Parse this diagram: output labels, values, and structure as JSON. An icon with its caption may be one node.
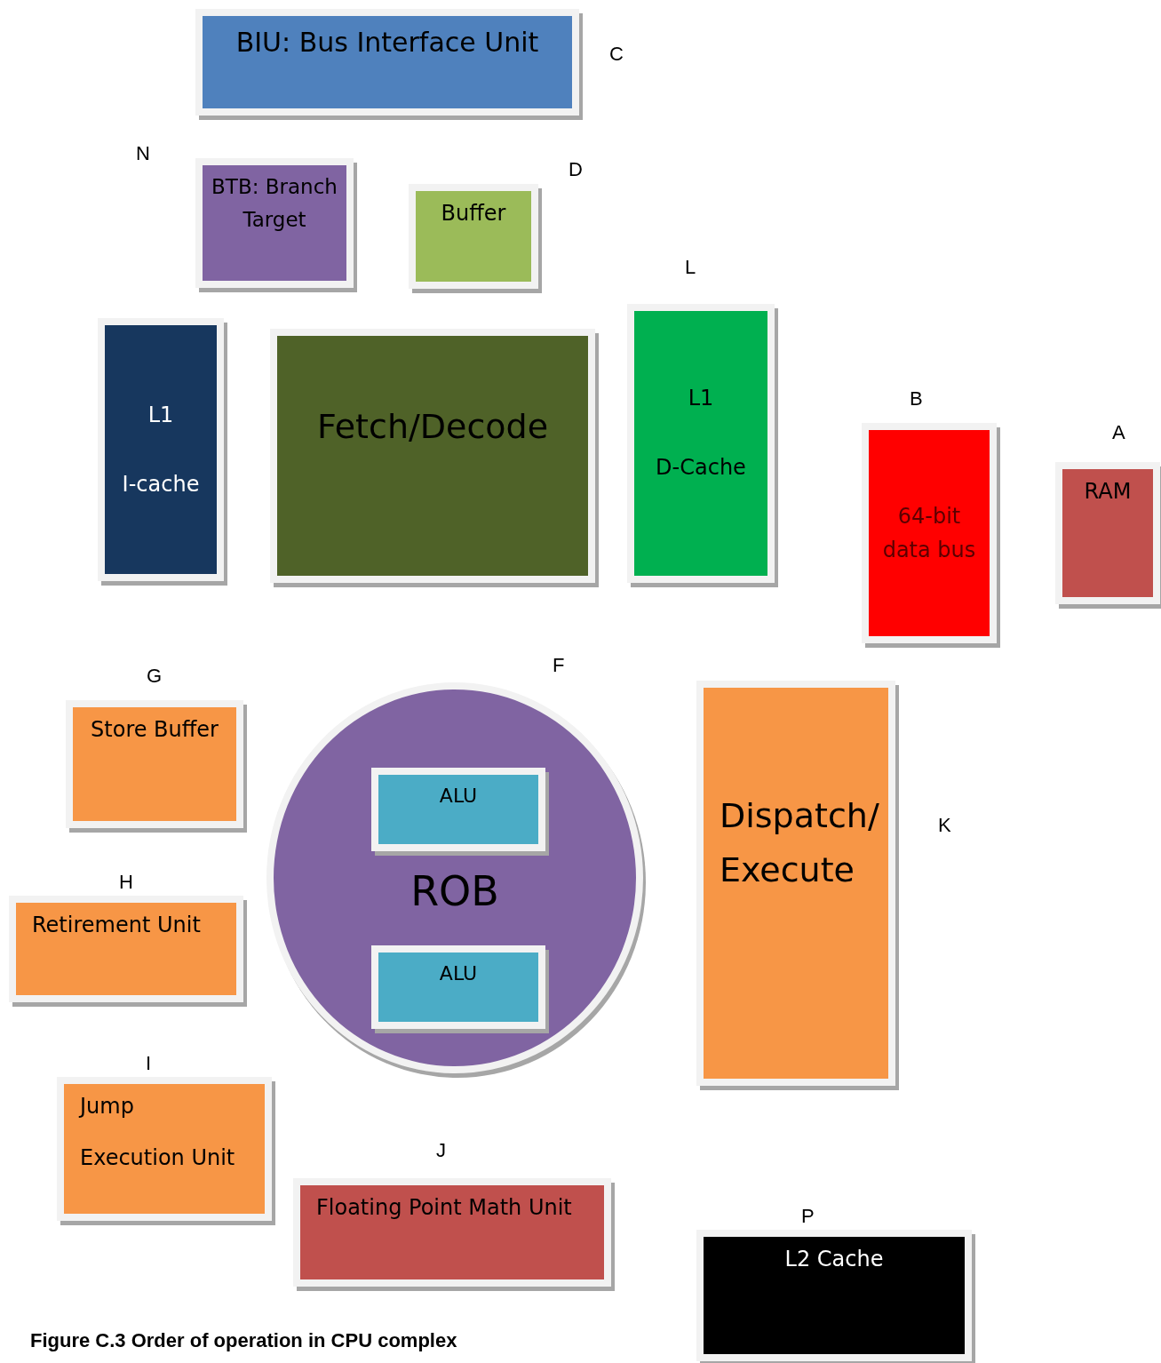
{
  "diagram": {
    "caption": "Figure C.3 Order of operation in CPU complex",
    "nodes": [
      {
        "text": [
          "BIU: Bus Interface Unit"
        ]
      },
      {
        "text": [
          "BTB: Branch Target"
        ]
      },
      {
        "text": [
          "Buffer"
        ]
      },
      {
        "text": [
          "L1",
          "I-cache"
        ]
      },
      {
        "text": [
          "Fetch/Decode"
        ]
      },
      {
        "text": [
          "L1",
          "D-Cache"
        ]
      },
      {
        "text": [
          "64-bit data bus"
        ]
      },
      {
        "text": [
          "RAM"
        ]
      },
      {
        "text": [
          "Store Buffer"
        ]
      },
      {
        "text": [
          "ROB"
        ]
      },
      {
        "text": [
          "ALU"
        ],
        "in": 9
      },
      {
        "text": [
          "ALU"
        ],
        "in": 9
      },
      {
        "text": [
          "Dispatch/ Execute"
        ]
      },
      {
        "text": [
          "Retirement Unit"
        ]
      },
      {
        "text": [
          "Jump",
          "Execution Unit"
        ]
      },
      {
        "text": [
          "Floating Point Math Unit"
        ]
      },
      {
        "text": [
          "L2 Cache"
        ]
      }
    ],
    "labels": [
      "C",
      "N",
      "D",
      "L",
      "B",
      "A",
      "F",
      "G",
      "K",
      "H",
      "I",
      "J",
      "P"
    ]
  }
}
